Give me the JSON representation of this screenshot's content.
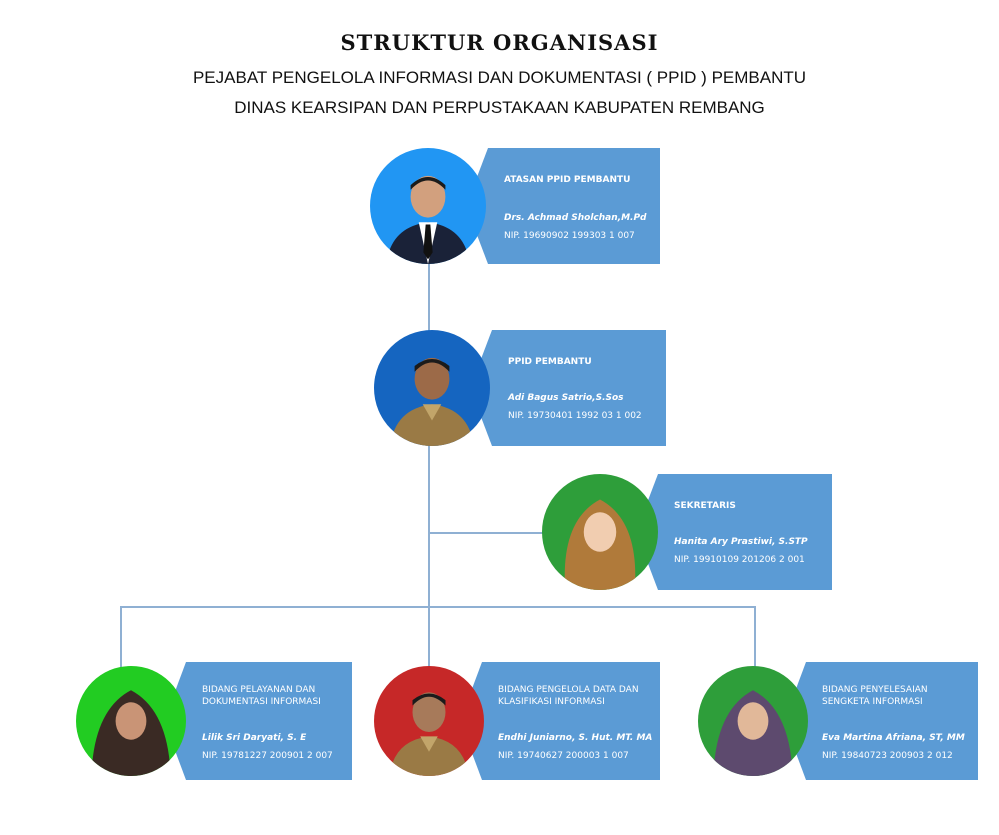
{
  "header": {
    "title": "STRUKTUR ORGANISASI",
    "subtitle1": "PEJABAT PENGELOLA INFORMASI DAN DOKUMENTASI ( PPID ) PEMBANTU",
    "subtitle2": "DINAS KEARSIPAN DAN PERPUSTAKAAN KABUPATEN REMBANG"
  },
  "nodes": {
    "atasan": {
      "role": "ATASAN PPID PEMBANTU",
      "name": "Drs. Achmad Sholchan,M.Pd",
      "nip": "NIP. 19690902 199303 1 007",
      "photo_bg": "#2196f3"
    },
    "ppid": {
      "role": "PPID PEMBANTU",
      "name": "Adi Bagus Satrio,S.Sos",
      "nip": "NIP. 19730401 1992 03 1 002",
      "photo_bg": "#1565c0"
    },
    "sekretaris": {
      "role": "SEKRETARIS",
      "name": "Hanita Ary Prastiwi, S.STP",
      "nip": "NIP. 19910109 201206 2  001",
      "photo_bg": "#2e9e3a"
    },
    "pelayanan": {
      "role_line1": "BIDANG PELAYANAN DAN",
      "role_line2": "DOKUMENTASI INFORMASI",
      "name": "Lilik Sri Daryati, S. E",
      "nip": "NIP. 19781227 200901 2 007",
      "photo_bg": "#22cc22"
    },
    "pengelola": {
      "role_line1": "BIDANG PENGELOLA DATA DAN",
      "role_line2": "KLASIFIKASI INFORMASI",
      "name": "Endhi Juniarno, S. Hut. MT. MA",
      "nip": "NIP. 19740627 200003 1 007",
      "photo_bg": "#c62828"
    },
    "sengketa": {
      "role_line1": "BIDANG PENYELESAIAN",
      "role_line2": "SENGKETA INFORMASI",
      "name": "Eva Martina Afriana, ST, MM",
      "nip": "NIP. 19840723 200903 2 012",
      "photo_bg": "#2e9e3a"
    }
  },
  "colors": {
    "card": "#5b9bd5",
    "connector": "#8fb0d3"
  }
}
